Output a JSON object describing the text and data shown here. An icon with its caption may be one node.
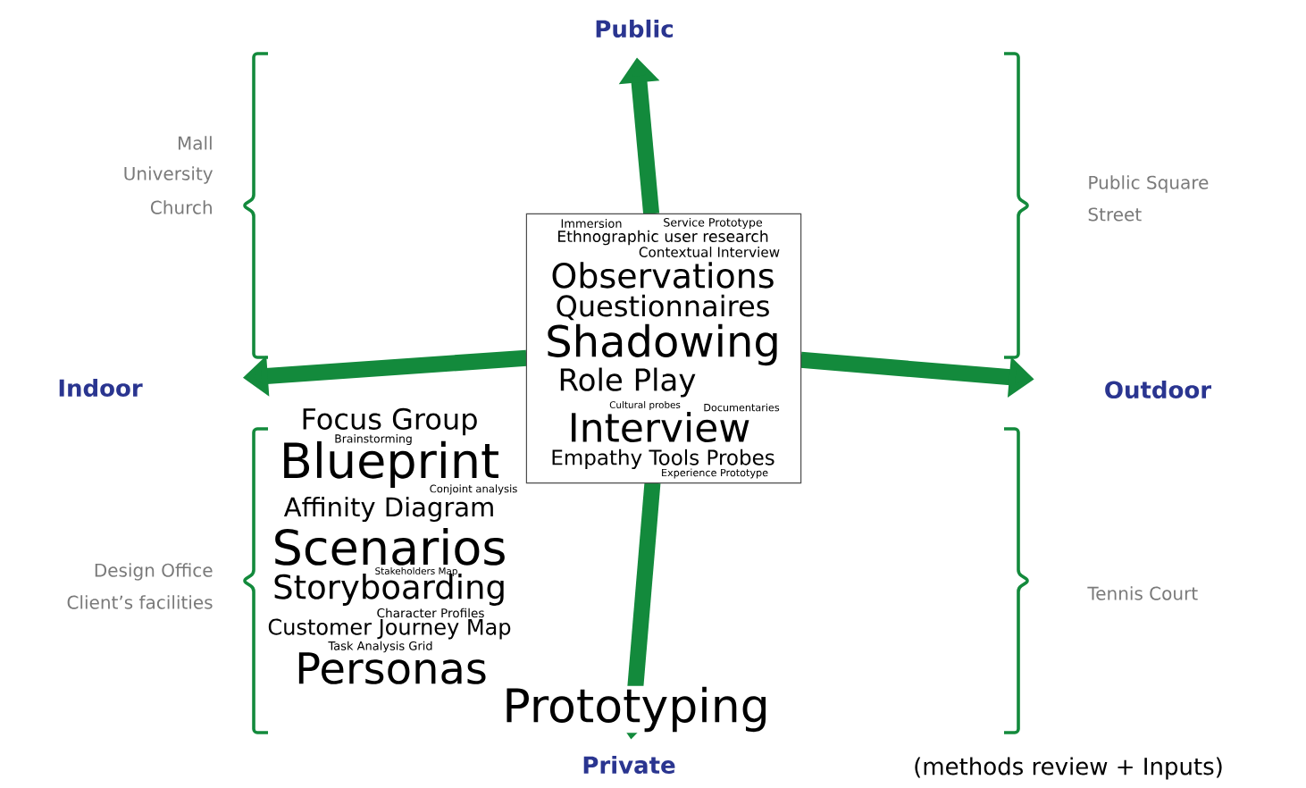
{
  "diagram": {
    "nodes": [
      {
        "text": [
          "Immersion",
          "Service Prototype",
          "Ethnographic user research",
          "Contextual Interview",
          "Observations",
          "Questionnaires",
          "Shadowing",
          "Role Play",
          "Cultural probes",
          "Documentaries",
          "Interview",
          "Empathy Tools Probes",
          "Experience Prototype"
        ]
      },
      {
        "text": [
          "Public"
        ]
      },
      {
        "text": [
          "Indoor"
        ]
      },
      {
        "text": [
          "Outdoor"
        ]
      },
      {
        "text": [
          "Private"
        ]
      }
    ],
    "edges": [
      {
        "from": 0,
        "to": 1,
        "arrow": "to"
      },
      {
        "from": 0,
        "to": 2,
        "arrow": "to"
      },
      {
        "from": 0,
        "to": 3,
        "arrow": "to"
      },
      {
        "from": 0,
        "to": 4,
        "arrow": "to"
      }
    ],
    "labels": [
      "Mall",
      "University",
      "Church",
      "Public Square",
      "Street",
      "Design Office",
      "Client’s facilities",
      "Tennis Court",
      "Focus Group",
      "Brainstorming",
      "Blueprint",
      "Conjoint analysis",
      "Affinity Diagram",
      "Scenarios",
      "Stakeholders Map",
      "Storyboarding",
      "Character Profiles",
      "Customer Journey Map",
      "Task Analysis Grid",
      "Personas",
      "Prototyping",
      "(methods review + Inputs)"
    ]
  }
}
